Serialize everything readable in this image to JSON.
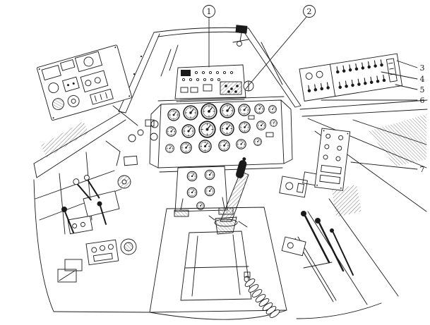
{
  "figure": {
    "callouts": [
      {
        "id": "callout-1",
        "label": "1"
      },
      {
        "id": "callout-2",
        "label": "2"
      },
      {
        "id": "callout-3",
        "label": "3"
      },
      {
        "id": "callout-4",
        "label": "4"
      },
      {
        "id": "callout-5",
        "label": "5"
      },
      {
        "id": "callout-6",
        "label": "6"
      },
      {
        "id": "callout-7",
        "label": "7"
      }
    ],
    "colors": {
      "ink": "#1a1a1a",
      "paper": "#ffffff"
    }
  }
}
